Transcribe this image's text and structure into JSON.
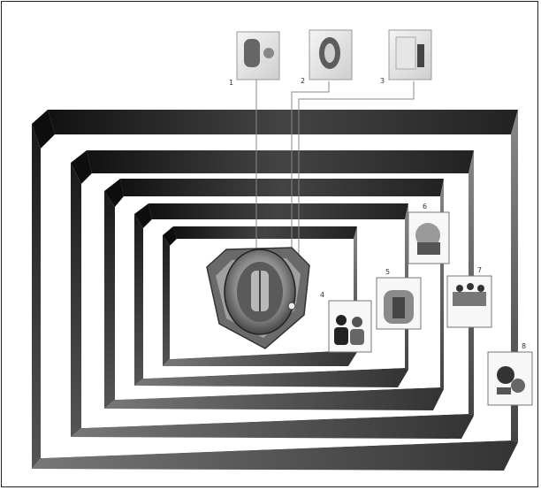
{
  "diagram": {
    "type": "nested-frames-illustration",
    "frame_count": 5,
    "central_object": "cutaway-vessel",
    "items": [
      {
        "label": "1",
        "icon": "capsule-icon"
      },
      {
        "label": "2",
        "icon": "ring-icon"
      },
      {
        "label": "3",
        "icon": "document-figure-icon"
      },
      {
        "label": "4",
        "icon": "people-icon"
      },
      {
        "label": "5",
        "icon": "machine-icon"
      },
      {
        "label": "6",
        "icon": "assembly-icon"
      },
      {
        "label": "7",
        "icon": "group-meeting-icon"
      },
      {
        "label": "8",
        "icon": "equipment-icon"
      }
    ]
  }
}
